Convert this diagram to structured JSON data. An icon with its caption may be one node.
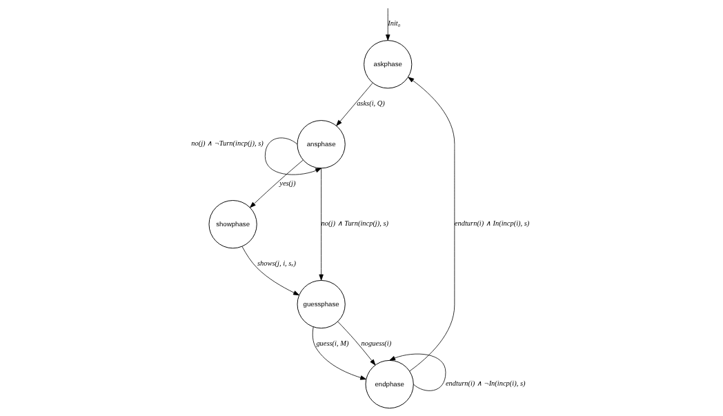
{
  "diagram": {
    "nodes": [
      {
        "text": [
          "askphase"
        ]
      },
      {
        "text": [
          "ansphase"
        ]
      },
      {
        "text": [
          "endphase"
        ]
      },
      {
        "text": [
          "showphase"
        ]
      },
      {
        "text": [
          "guessphase"
        ]
      }
    ],
    "edges": [
      {
        "from": null,
        "to": 0,
        "arrow": "to",
        "label": "Init₀"
      },
      {
        "from": 0,
        "to": 1,
        "arrow": "to",
        "label": "asks(i, Q)"
      },
      {
        "from": 1,
        "to": 1,
        "arrow": "to",
        "label": "no(j) ∧ ¬Turn(incp(j), s)"
      },
      {
        "from": 2,
        "to": 2,
        "arrow": "to",
        "label": "endturn(i) ∧ ¬In(incp(i), s)"
      },
      {
        "from": 2,
        "to": 0,
        "arrow": "to",
        "label": "endturn(i) ∧ In(incp(i), s)"
      },
      {
        "from": 1,
        "to": 4,
        "arrow": "to",
        "label": "no(j) ∧ Turn(incp(j), s)"
      },
      {
        "from": 1,
        "to": 3,
        "arrow": "to",
        "label": "yes(j)"
      },
      {
        "from": 4,
        "to": 2,
        "arrow": "to",
        "label": "guess(i, M)"
      },
      {
        "from": 4,
        "to": 2,
        "arrow": "to",
        "label": "noguess(i)"
      },
      {
        "from": 3,
        "to": 4,
        "arrow": "to",
        "label": "shows(j, i, sₓ)"
      }
    ]
  }
}
